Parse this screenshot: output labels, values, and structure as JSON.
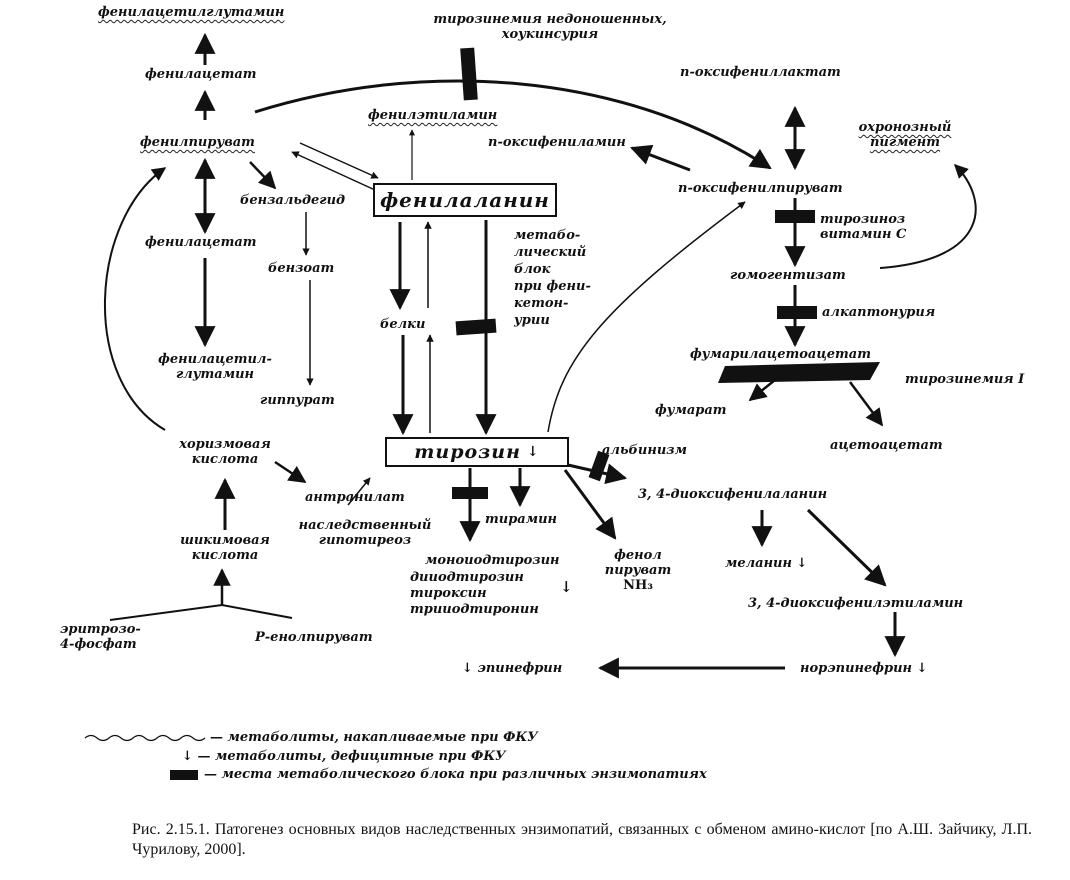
{
  "nodes": {
    "phenylacetylglutamine_top": "фенилацетилглутамин",
    "phenylacetate_top": "фенилацетат",
    "phenylpyruvate": "фенилпируват",
    "benzaldehyde": "бензальдегид",
    "phenylacetate_mid": "фенилацетат",
    "benzoate": "бензоат",
    "phenylacetylglutamine_mid_1": "фенилацетил-",
    "phenylacetylglutamine_mid_2": "глутамин",
    "hippurate": "гиппурат",
    "chorismic_1": "хоризмовая",
    "chorismic_2": "кислота",
    "shikimic_1": "шикимовая",
    "shikimic_2": "кислота",
    "erythrose_1": "эритрозо-",
    "erythrose_2": "4-фосфат",
    "penolpyruvate": "Р-енолпируват",
    "anthranilate": "антранилат",
    "hypothyroid_1": "наследственный",
    "hypothyroid_2": "гипотиреоз",
    "phenylethylamine": "фенилэтиламин",
    "phenylalanine": "фенилаланин",
    "proteins": "белки",
    "metabolic_block_lines": [
      "метабо-",
      "лический",
      "блок",
      "при фени-",
      "кетон-",
      "урии"
    ],
    "tyrosinemia_prem_1": "тирозинемия недоношенных,",
    "tyrosinemia_prem_2": "хоукинсурия",
    "hydroxyphenylamine": "п-оксифениламин",
    "hydroxyphenyllactate": "п-оксифениллактат",
    "hydroxyphenylpyruvate": "п-оксифенилпируват",
    "ochronosis_1": "охронозный",
    "ochronosis_2": "пигмент",
    "tyrosinosis_1": "тирозиноз",
    "tyrosinosis_2": "витамин С",
    "homogentisate": "гомогентизат",
    "alkaptonuria": "алкаптонурия",
    "fumarylacetoacetate": "фумарилацетоацетат",
    "tyrosinemia1": "тирозинемия I",
    "fumarate": "фумарат",
    "acetoacetate": "ацетоацетат",
    "tyrosine": "тирозин",
    "albinism": "альбинизм",
    "dopa": "3, 4-диоксифенилаланин",
    "tyramine": "тирамин",
    "monoiodotyrosine": "моноиодтирозин",
    "thyroid_list": [
      "дииодтирозин",
      "тироксин",
      "трииодтиронин"
    ],
    "phenol_1": "фенол",
    "phenol_2": "пируват",
    "nh3": "NH₃",
    "melanin": "меланин",
    "dopamine": "3, 4-диоксифенилэтиламин",
    "norepinephrine": "норэпинефрин",
    "epinephrine": "эпинефрин",
    "deficit_mark": "↓"
  },
  "legend": {
    "wavy": "— метаболиты, накапливаемые при ФКУ",
    "arrow": "— метаболиты, дефицитные при ФКУ",
    "block": "— места метаболического блока при различных энзимопатиях"
  },
  "caption": "Рис. 2.15.1. Патогенез основных видов наследственных энзимопатий, связанных с обменом амино-кислот [по А.Ш. Зайчику, Л.П. Чурилову, 2000]."
}
